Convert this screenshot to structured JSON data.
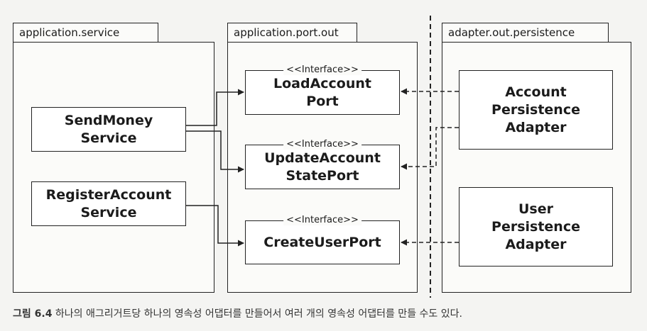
{
  "packages": {
    "service": "application.service",
    "port_out": "application.port.out",
    "persistence": "adapter.out.persistence"
  },
  "stereotype": "<<Interface>>",
  "services": {
    "send_money": [
      "SendMoney",
      "Service"
    ],
    "register_account": [
      "RegisterAccount",
      "Service"
    ]
  },
  "ports": {
    "load_account": [
      "LoadAccount",
      "Port"
    ],
    "update_account_state": [
      "UpdateAccount",
      "StatePort"
    ],
    "create_user": [
      "CreateUserPort"
    ]
  },
  "adapters": {
    "account_persistence": [
      "Account",
      "Persistence",
      "Adapter"
    ],
    "user_persistence": [
      "User",
      "Persistence",
      "Adapter"
    ]
  },
  "caption": {
    "label": "그림 6.4",
    "text": "하나의 애그리거트당 하나의 영속성 어댑터를 만들어서 여러 개의 영속성 어댑터를 만들 수도 있다."
  }
}
